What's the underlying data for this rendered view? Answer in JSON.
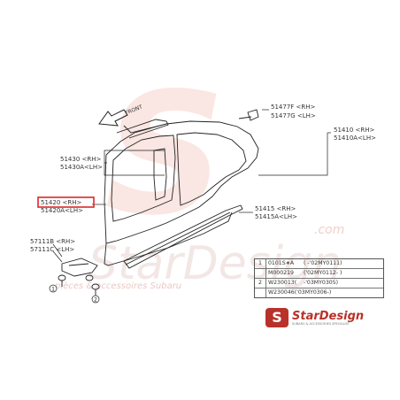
{
  "labels": {
    "front": "FRONT",
    "p51477": "51477F  <RH>",
    "p51477g": "51477G  <LH>",
    "p51410": "51410  <RH>",
    "p51410a": "51410A<LH>",
    "p51430": "51430  <RH>",
    "p51430a": "51430A<LH>",
    "p51420": "51420  <RH>",
    "p51420a": "51420A<LH>",
    "p51415": "51415  <RH>",
    "p51415a": "51415A<LH>",
    "p57111b": "57111B  <RH>",
    "p57111c": "57111C  <LH>"
  },
  "callouts": {
    "c1": "1",
    "c2": "2"
  },
  "table": {
    "rows": [
      {
        "num": "1",
        "code": "0101S∗A",
        "range": "(    -'02MY0111)"
      },
      {
        "num": "",
        "code": "M000219",
        "range": "('02MY0112-         )"
      },
      {
        "num": "2",
        "code": "W230013(",
        "range": "    -'03MY0305)"
      },
      {
        "num": "",
        "code": "W230046('03MY0306-",
        "range": "        )"
      }
    ]
  },
  "watermark": {
    "domain": ".com",
    "slogan": "pièces & accessoires Subaru",
    "big_word": "StarDesign"
  },
  "brand": {
    "logo_letter": "S",
    "name": "StarDesign",
    "tagline": "SUBARU & ACCESSORIES SPECIALIST"
  },
  "colors": {
    "highlight": "#e0262a",
    "brand": "#b8322a",
    "line": "#222222"
  }
}
